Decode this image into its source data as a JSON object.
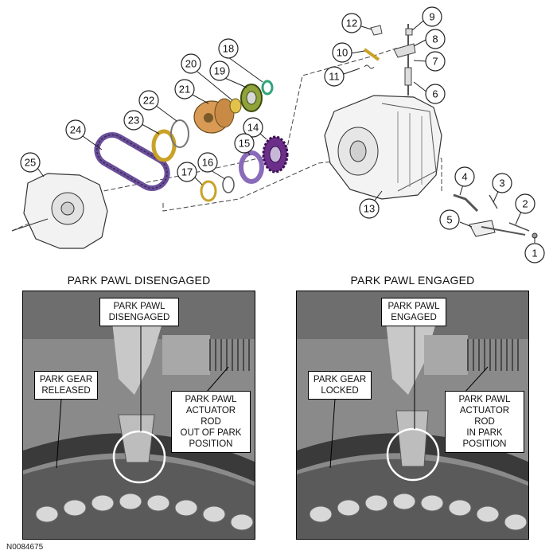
{
  "callouts": [
    "1",
    "2",
    "3",
    "4",
    "5",
    "6",
    "7",
    "8",
    "9",
    "10",
    "11",
    "12",
    "13",
    "14",
    "15",
    "16",
    "17",
    "18",
    "19",
    "20",
    "21",
    "22",
    "23",
    "24",
    "25"
  ],
  "left_panel": {
    "title": "PARK PAWL DISENGAGED",
    "pawl_label": [
      "PARK PAWL",
      "DISENGAGED"
    ],
    "gear_label": [
      "PARK GEAR",
      "RELEASED"
    ],
    "rod_label": [
      "PARK PAWL",
      "ACTUATOR ROD",
      "OUT OF PARK",
      "POSITION"
    ]
  },
  "right_panel": {
    "title": "PARK PAWL ENGAGED",
    "pawl_label": [
      "PARK PAWL",
      "ENGAGED"
    ],
    "gear_label": [
      "PARK GEAR",
      "LOCKED"
    ],
    "rod_label": [
      "PARK PAWL",
      "ACTUATOR ROD",
      "IN PARK",
      "POSITION"
    ]
  },
  "reference_code": "N0084675",
  "colors": {
    "gold": "#c9a227",
    "purple": "#6b4f9a",
    "green": "#8fa33a",
    "teal": "#2fa37a",
    "photo_gray": "#8a8a8a"
  }
}
